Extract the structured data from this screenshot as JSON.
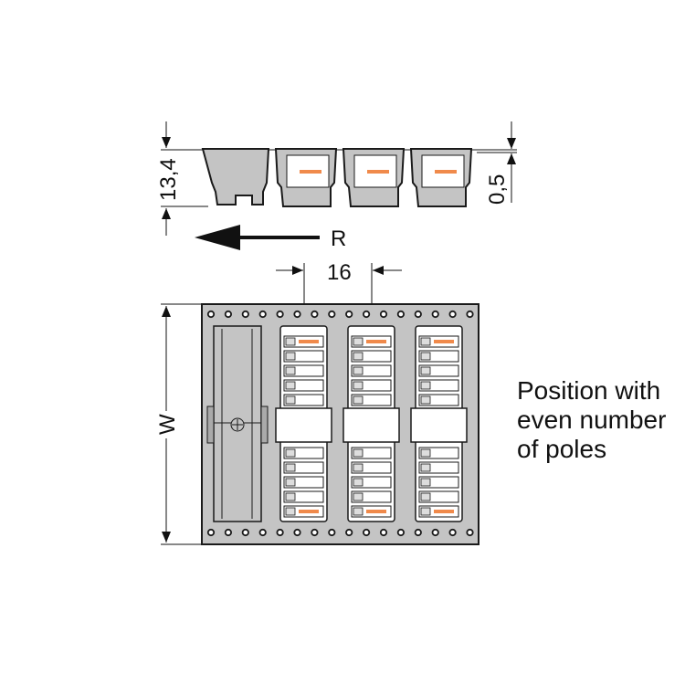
{
  "dimensions": {
    "height": "13,4",
    "offset": "0,5",
    "pitch": "16",
    "width": "W",
    "direction": "R"
  },
  "caption": [
    "Position with",
    "even number",
    "of poles"
  ],
  "layout_info": {
    "connector_count": 3,
    "poles_per_connector": 10,
    "holes_per_row": 16
  },
  "colors": {
    "body": "#c8c8c8",
    "outline": "#1a1a1a",
    "contact": "#f08a4b"
  }
}
